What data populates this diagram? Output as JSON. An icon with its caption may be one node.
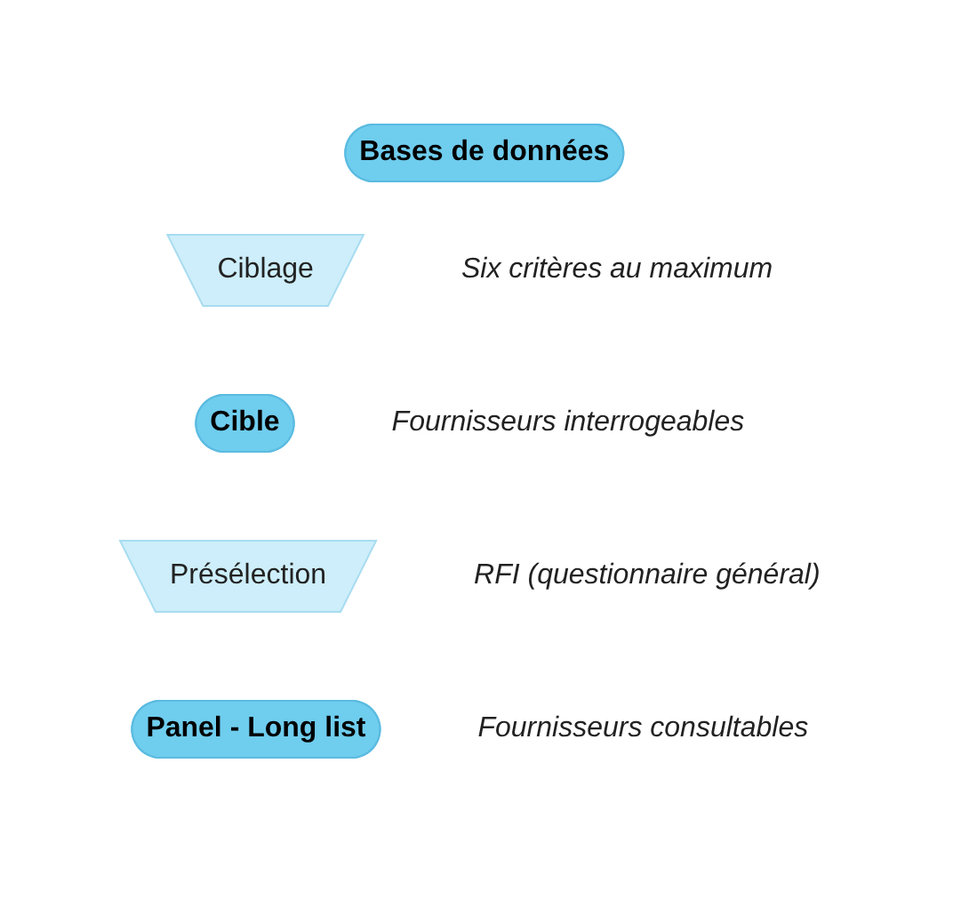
{
  "diagram": {
    "nodes": [
      {
        "text": [
          "Bases de données"
        ]
      },
      {
        "text": [
          "Ciblage"
        ],
        "beside": [
          "Six critères au maximum"
        ]
      },
      {
        "text": [
          "Cible"
        ],
        "beside": [
          "Fournisseurs interrogeables"
        ]
      },
      {
        "text": [
          "Présélection"
        ],
        "beside": [
          "RFI (questionnaire général)"
        ]
      },
      {
        "text": [
          "Panel - Long list"
        ],
        "beside": [
          "Fournisseurs consultables"
        ]
      }
    ]
  }
}
